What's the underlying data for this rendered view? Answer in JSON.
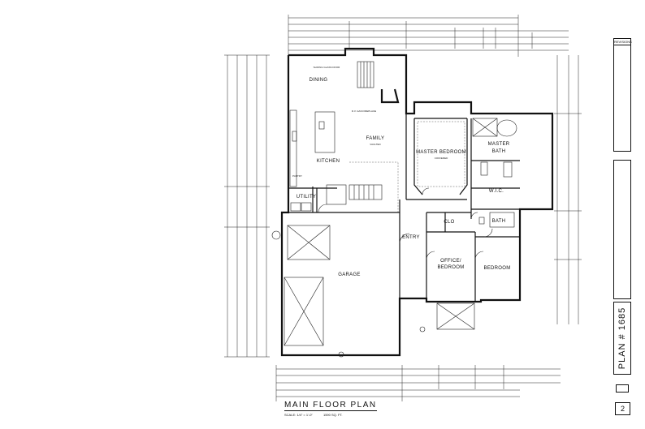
{
  "rooms": {
    "dining": "DINING",
    "family": "FAMILY",
    "kitchen": "KITCHEN",
    "master_bedroom": "MASTER BEDROOM",
    "master_bath_1": "MASTER",
    "master_bath_2": "BATH",
    "wic": "W.I.C.",
    "utility": "UTILITY",
    "clo": "CLO",
    "bath": "BATH",
    "entry": "ENTRY",
    "office_1": "OFFICE/",
    "office_2": "BEDROOM",
    "bedroom": "BEDROOM",
    "garage": "GARAGE",
    "pantry": "PANTRY"
  },
  "notes": {
    "fireplace": "D.V. GAS FIREPLACE",
    "slider": "SLIDING GLASS DOOR",
    "coffered": "COFFERED",
    "vaulted": "VAULTED"
  },
  "title": {
    "main": "MAIN FLOOR PLAN",
    "scale": "SCALE: 1/4\" = 1'-0\"",
    "sqft": "1590 SQ. FT."
  },
  "sheet": {
    "revisions": "REVISIONS",
    "plan_number": "PLAN # 1685",
    "page": "2"
  }
}
